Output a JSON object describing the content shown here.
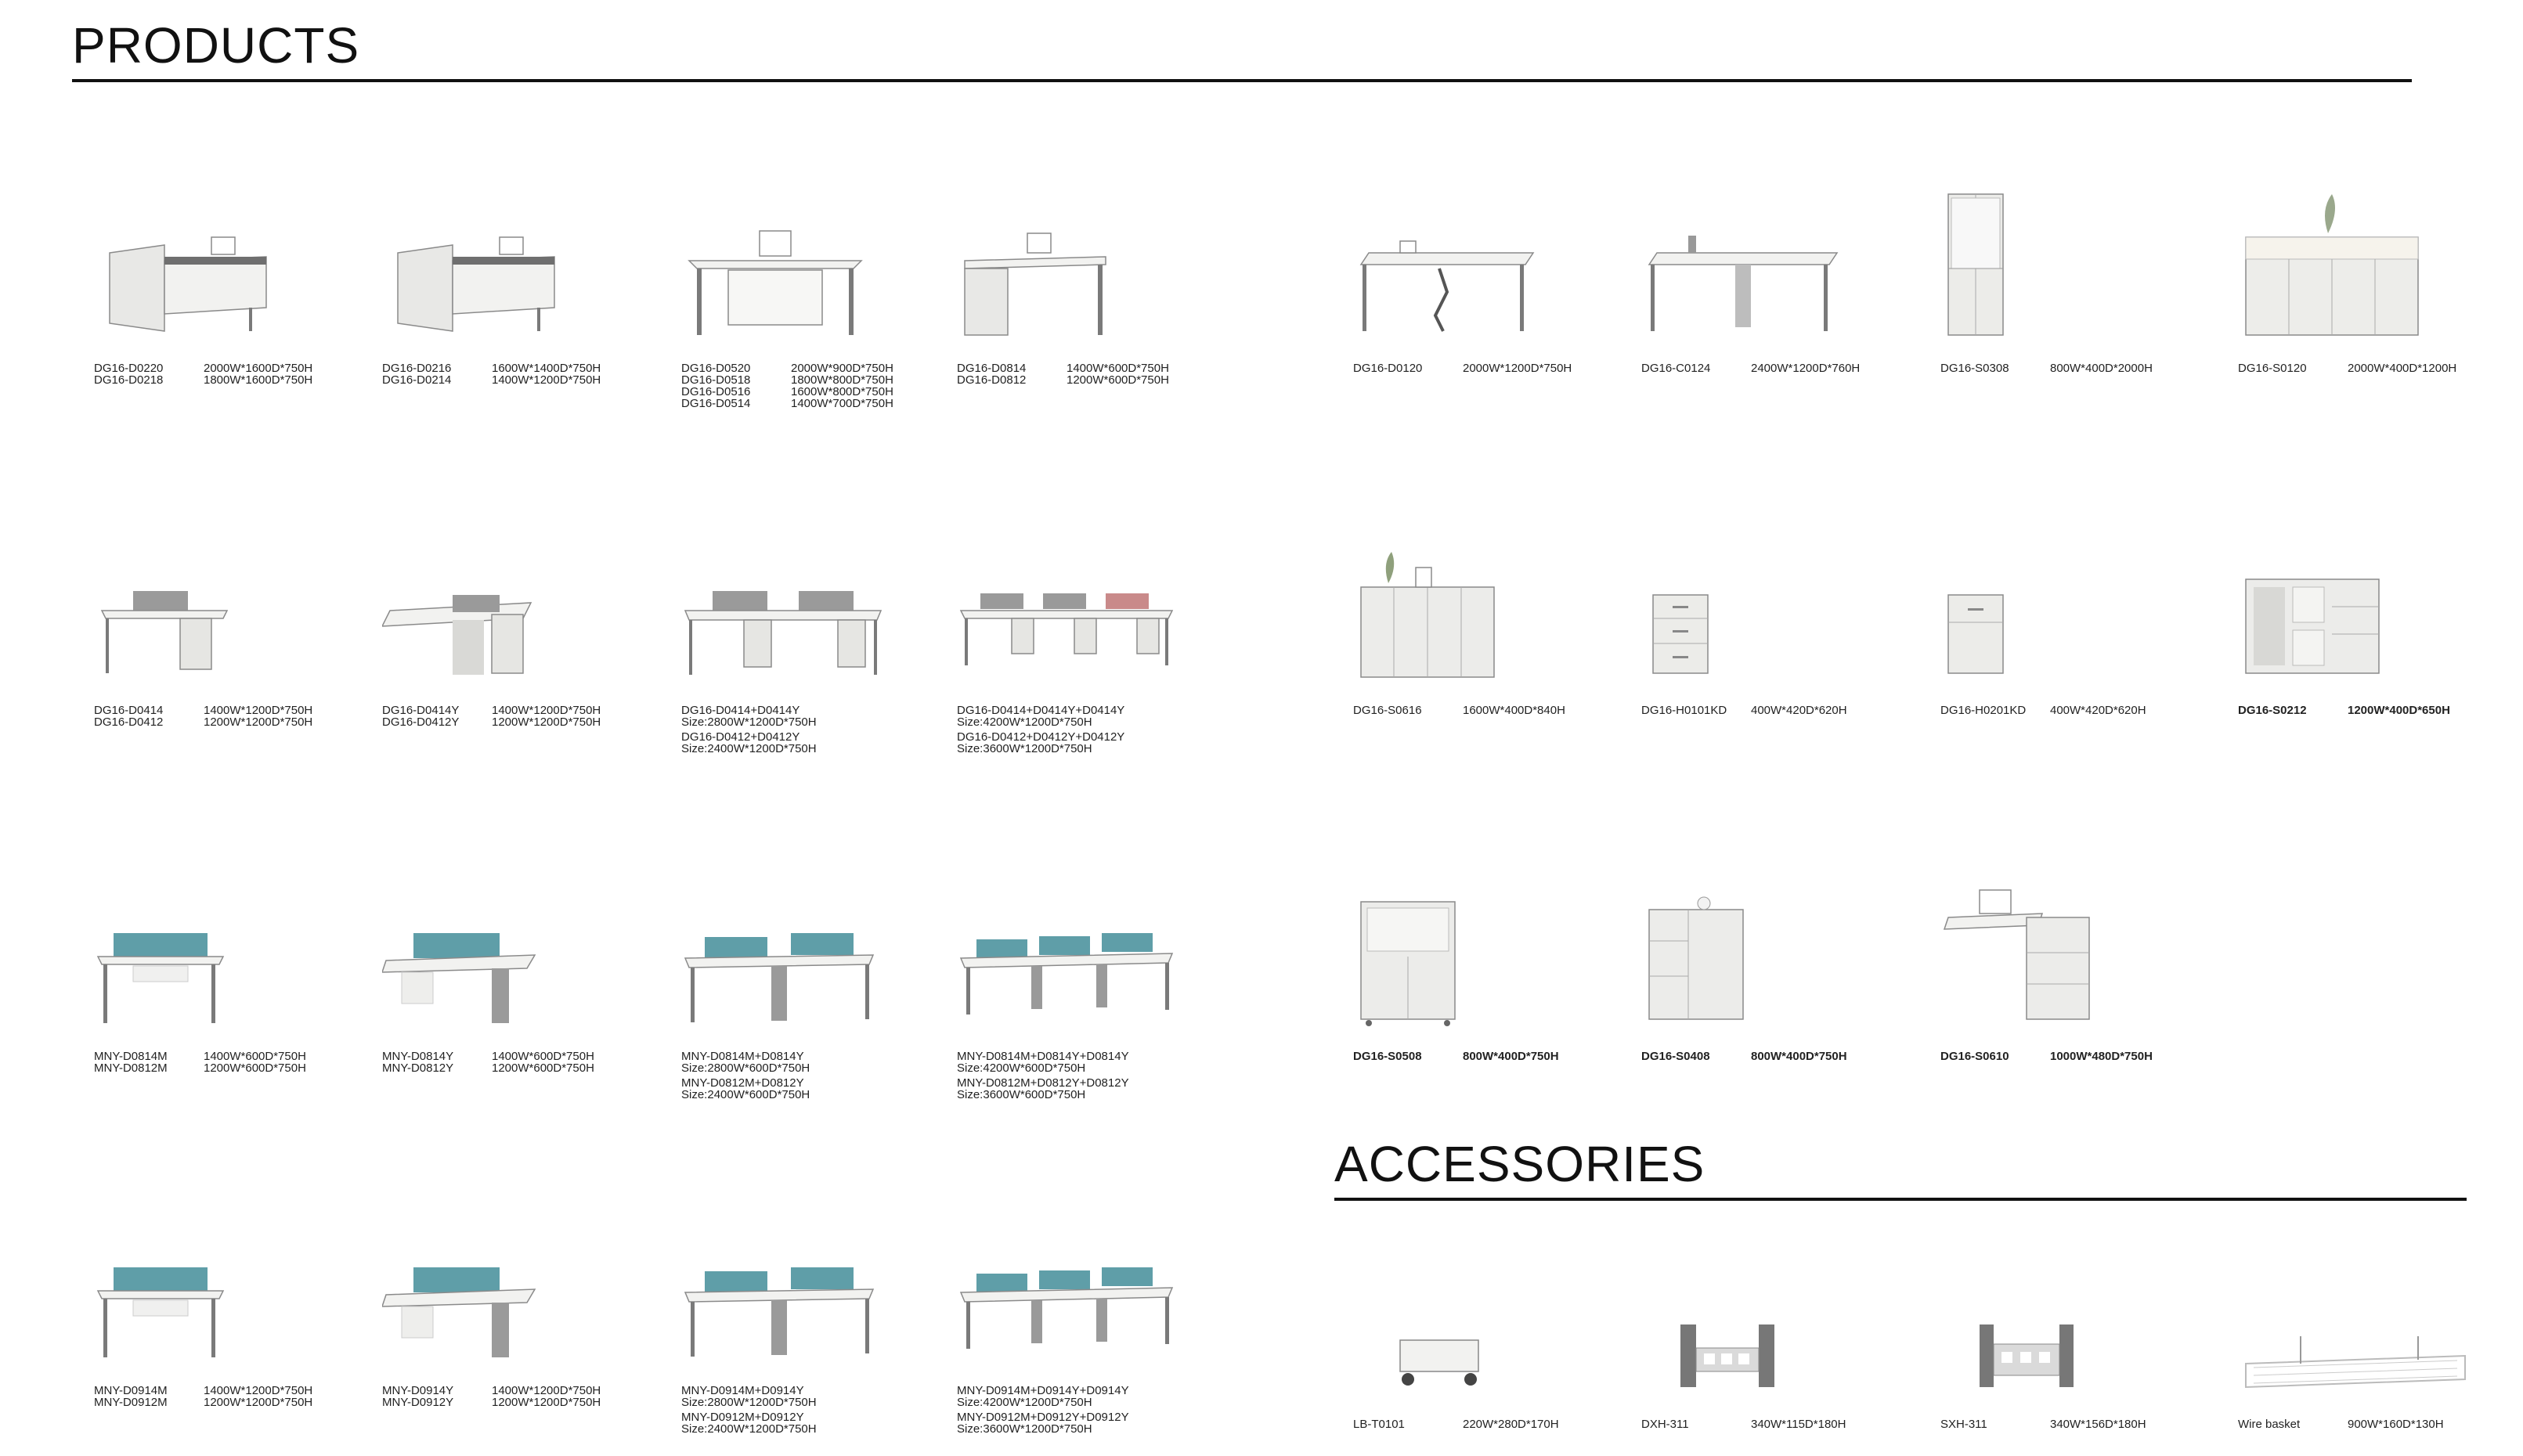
{
  "sections": {
    "products_title": "PRODUCTS",
    "accessories_title": "ACCESSORIES"
  },
  "products": [
    {
      "rows": [
        [
          "DG16-D0220",
          "2000W*1600D*750H"
        ],
        [
          "DG16-D0218",
          "1800W*1600D*750H"
        ]
      ]
    },
    {
      "rows": [
        [
          "DG16-D0216",
          "1600W*1400D*750H"
        ],
        [
          "DG16-D0214",
          "1400W*1200D*750H"
        ]
      ]
    },
    {
      "rows": [
        [
          "DG16-D0520",
          "2000W*900D*750H"
        ],
        [
          "DG16-D0518",
          "1800W*800D*750H"
        ],
        [
          "DG16-D0516",
          "1600W*800D*750H"
        ],
        [
          "DG16-D0514",
          "1400W*700D*750H"
        ]
      ]
    },
    {
      "rows": [
        [
          "DG16-D0814",
          "1400W*600D*750H"
        ],
        [
          "DG16-D0812",
          "1200W*600D*750H"
        ]
      ]
    },
    {
      "rows": [
        [
          "DG16-D0120",
          "2000W*1200D*750H"
        ]
      ]
    },
    {
      "rows": [
        [
          "DG16-C0124",
          "2400W*1200D*760H"
        ]
      ]
    },
    {
      "rows": [
        [
          "DG16-S0308",
          "800W*400D*2000H"
        ]
      ]
    },
    {
      "rows": [
        [
          "DG16-S0120",
          "2000W*400D*1200H"
        ]
      ]
    },
    {
      "rows": [
        [
          "DG16-D0414",
          "1400W*1200D*750H"
        ],
        [
          "DG16-D0412",
          "1200W*1200D*750H"
        ]
      ]
    },
    {
      "rows": [
        [
          "DG16-D0414Y",
          "1400W*1200D*750H"
        ],
        [
          "DG16-D0412Y",
          "1200W*1200D*750H"
        ]
      ]
    },
    {
      "lines": [
        "DG16-D0414+D0414Y",
        "Size:2800W*1200D*750H",
        "DG16-D0412+D0412Y",
        "Size:2400W*1200D*750H"
      ]
    },
    {
      "lines": [
        "DG16-D0414+D0414Y+D0414Y",
        "Size:4200W*1200D*750H",
        "DG16-D0412+D0412Y+D0412Y",
        "Size:3600W*1200D*750H"
      ]
    },
    {
      "rows": [
        [
          "DG16-S0616",
          "1600W*400D*840H"
        ]
      ]
    },
    {
      "rows": [
        [
          "DG16-H0101KD",
          "400W*420D*620H"
        ]
      ]
    },
    {
      "rows": [
        [
          "DG16-H0201KD",
          "400W*420D*620H"
        ]
      ]
    },
    {
      "rows": [
        [
          "DG16-S0212",
          "1200W*400D*650H"
        ]
      ]
    },
    {
      "rows": [
        [
          "MNY-D0814M",
          "1400W*600D*750H"
        ],
        [
          "MNY-D0812M",
          "1200W*600D*750H"
        ]
      ]
    },
    {
      "rows": [
        [
          "MNY-D0814Y",
          "1400W*600D*750H"
        ],
        [
          "MNY-D0812Y",
          "1200W*600D*750H"
        ]
      ]
    },
    {
      "lines": [
        "MNY-D0814M+D0814Y",
        "Size:2800W*600D*750H",
        "MNY-D0812M+D0812Y",
        "Size:2400W*600D*750H"
      ]
    },
    {
      "lines": [
        "MNY-D0814M+D0814Y+D0814Y",
        "Size:4200W*600D*750H",
        "MNY-D0812M+D0812Y+D0812Y",
        "Size:3600W*600D*750H"
      ]
    },
    {
      "rows": [
        [
          "DG16-S0508",
          "800W*400D*750H"
        ]
      ]
    },
    {
      "rows": [
        [
          "DG16-S0408",
          "800W*400D*750H"
        ]
      ]
    },
    {
      "rows": [
        [
          "DG16-S0610",
          "1000W*480D*750H"
        ]
      ]
    },
    {
      "rows": [
        [
          "MNY-D0914M",
          "1400W*1200D*750H"
        ],
        [
          "MNY-D0912M",
          "1200W*1200D*750H"
        ]
      ]
    },
    {
      "rows": [
        [
          "MNY-D0914Y",
          "1400W*1200D*750H"
        ],
        [
          "MNY-D0912Y",
          "1200W*1200D*750H"
        ]
      ]
    },
    {
      "lines": [
        "MNY-D0914M+D0914Y",
        "Size:2800W*1200D*750H",
        "MNY-D0912M+D0912Y",
        "Size:2400W*1200D*750H"
      ]
    },
    {
      "lines": [
        "MNY-D0914M+D0914Y+D0914Y",
        "Size:4200W*1200D*750H",
        "MNY-D0912M+D0912Y+D0912Y",
        "Size:3600W*1200D*750H"
      ]
    }
  ],
  "accessories": [
    {
      "rows": [
        [
          "LB-T0101",
          "220W*280D*170H"
        ]
      ]
    },
    {
      "rows": [
        [
          "DXH-311",
          "340W*115D*180H"
        ]
      ]
    },
    {
      "rows": [
        [
          "SXH-311",
          "340W*156D*180H"
        ]
      ]
    },
    {
      "rows": [
        [
          "Wire basket",
          "900W*160D*130H"
        ]
      ]
    }
  ],
  "colors": {
    "desk_white": "#f2f2f0",
    "frame_grey": "#7a7a7a",
    "screen_teal": "#5f9ea8",
    "divider_grey": "#9a9a9a"
  }
}
